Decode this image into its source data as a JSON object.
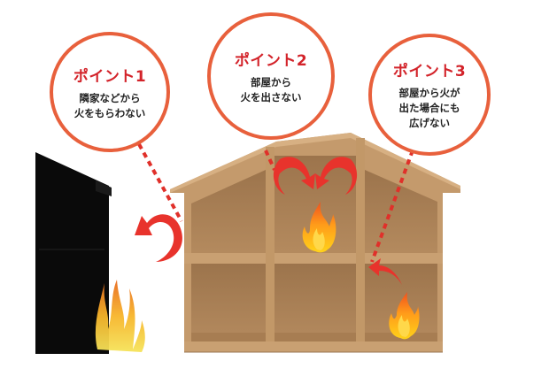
{
  "points": [
    {
      "title": "ポイント1",
      "description": "隣家などから\n火をもらわない"
    },
    {
      "title": "ポイント2",
      "description": "部屋から\n火を出さない"
    },
    {
      "title": "ポイント3",
      "description": "部屋から火が\n出た場合にも\n広げない"
    }
  ],
  "colors": {
    "circle_border": "#e8603c",
    "title_red": "#d3232a",
    "dashed_line": "#e0302a",
    "arrow_red": "#e8332c",
    "wood_light": "#c49a6c",
    "wood_mid": "#b08356",
    "wood_dark": "#8e6742",
    "neighbor_house": "#0a0a0a"
  }
}
